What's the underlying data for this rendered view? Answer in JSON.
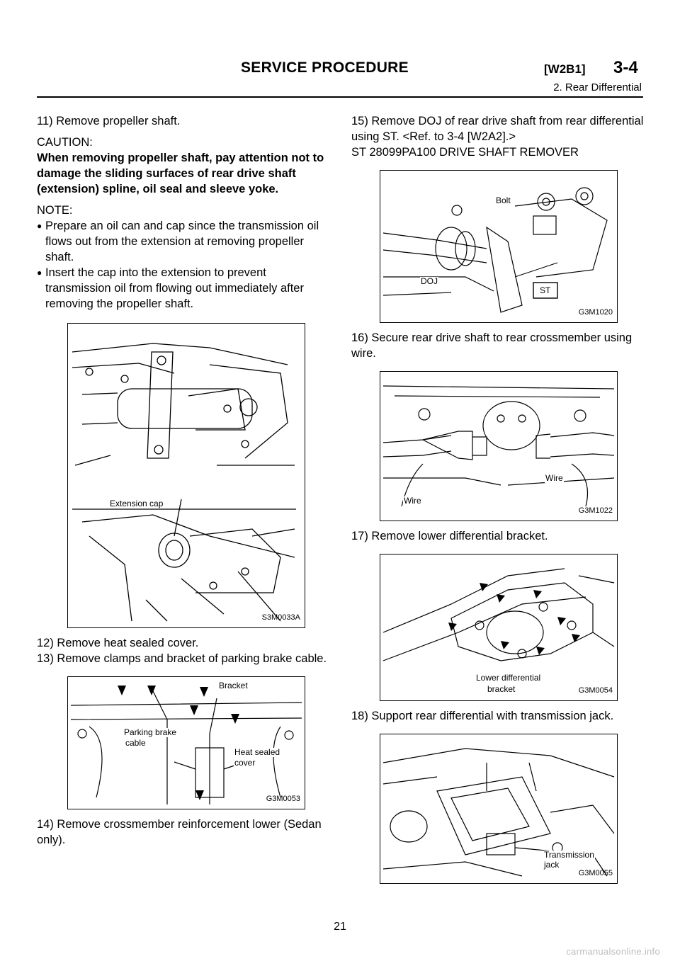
{
  "header": {
    "title": "SERVICE PROCEDURE",
    "code": "[W2B1]",
    "section": "3-4",
    "subtitle": "2. Rear Differential"
  },
  "left": {
    "step11": "11) Remove propeller shaft.",
    "caution_label": "CAUTION:",
    "caution_text": "When removing propeller shaft, pay attention not to damage the sliding surfaces of rear drive shaft (extension) spline, oil seal and sleeve yoke.",
    "note_label": "NOTE:",
    "bullet_glyph": "●",
    "note1": "Prepare an oil can and cap since the transmission oil flows out from the extension at removing propeller shaft.",
    "note2": "Insert the cap into the extension to prevent transmission oil from flowing out immediately after removing the propeller shaft.",
    "fig1": {
      "id": "S3M0033A",
      "label": "Extension cap"
    },
    "step12": "12) Remove heat sealed cover.",
    "step13": "13) Remove clamps and bracket of parking brake cable.",
    "fig2": {
      "id": "G3M0053",
      "bracket": "Bracket",
      "pb_cable_1": "Parking brake",
      "pb_cable_2": "cable",
      "heat_1": "Heat sealed",
      "heat_2": "cover"
    },
    "step14": "14) Remove crossmember reinforcement lower (Sedan only)."
  },
  "right": {
    "step15": "15) Remove DOJ of rear drive shaft from rear differential using ST. <Ref. to 3-4 [W2A2].>",
    "st_line": "ST   28099PA100   DRIVE SHAFT REMOVER",
    "fig3": {
      "id": "G3M1020",
      "bolt": "Bolt",
      "doj": "DOJ",
      "st": "ST"
    },
    "step16": "16) Secure rear drive shaft to rear crossmember using wire.",
    "fig4": {
      "id": "G3M1022",
      "wire_left": "Wire",
      "wire_right": "Wire"
    },
    "step17": "17) Remove lower differential bracket.",
    "fig5": {
      "id": "G3M0054",
      "label_1": "Lower differential",
      "label_2": "bracket"
    },
    "step18": "18) Support rear differential with transmission jack.",
    "fig6": {
      "id": "G3M0055",
      "label_1": "Transmission",
      "label_2": "jack"
    }
  },
  "page_number": "21",
  "footer": "carmanualsonline.info"
}
